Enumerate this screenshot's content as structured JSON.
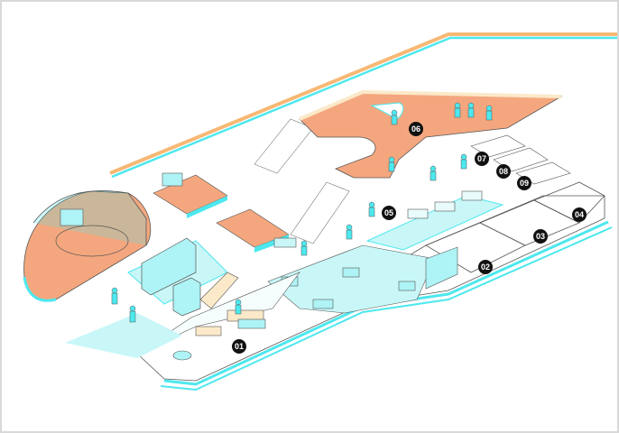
{
  "figure": {
    "type": "isometric office floor plan illustration",
    "colors": {
      "accent_cyan": "#4de8ee",
      "pale_cyan": "#c9f7f8",
      "orange_floor": "#f4a77e",
      "cream": "#fbe9c9",
      "outline": "#555555",
      "marker_bg": "#111111",
      "marker_text": "#ffffff",
      "frame_border": "#d9d9d9"
    }
  },
  "zones": [
    {
      "id": "01",
      "label": "01",
      "description": "Lounge with sofa seating and small meeting table"
    },
    {
      "id": "02",
      "label": "02",
      "description": "Meeting room with table"
    },
    {
      "id": "03",
      "label": "03",
      "description": "Meeting room with long table"
    },
    {
      "id": "04",
      "label": "04",
      "description": "Meeting room"
    },
    {
      "id": "05",
      "label": "05",
      "description": "Open workspace with desks"
    },
    {
      "id": "06",
      "label": "06",
      "description": "Upper-level mezzanine walkway"
    },
    {
      "id": "07",
      "label": "07",
      "description": "Small meeting booth with round table"
    },
    {
      "id": "08",
      "label": "08",
      "description": "Small meeting booth with round table"
    },
    {
      "id": "09",
      "label": "09",
      "description": "Small meeting booth with round table"
    }
  ],
  "areas": [
    {
      "name": "presentation-theater",
      "description": "Curved glass theater with screen and chairs"
    },
    {
      "name": "video-conference-platform",
      "description": "Raised orange platform with screen and meeting table"
    },
    {
      "name": "event-stage",
      "description": "Orange stage with benches and stools"
    },
    {
      "name": "storage-lockers",
      "description": "Cyan locker units with staircase"
    },
    {
      "name": "reception-area",
      "description": "Desks with staff and monitors"
    }
  ]
}
